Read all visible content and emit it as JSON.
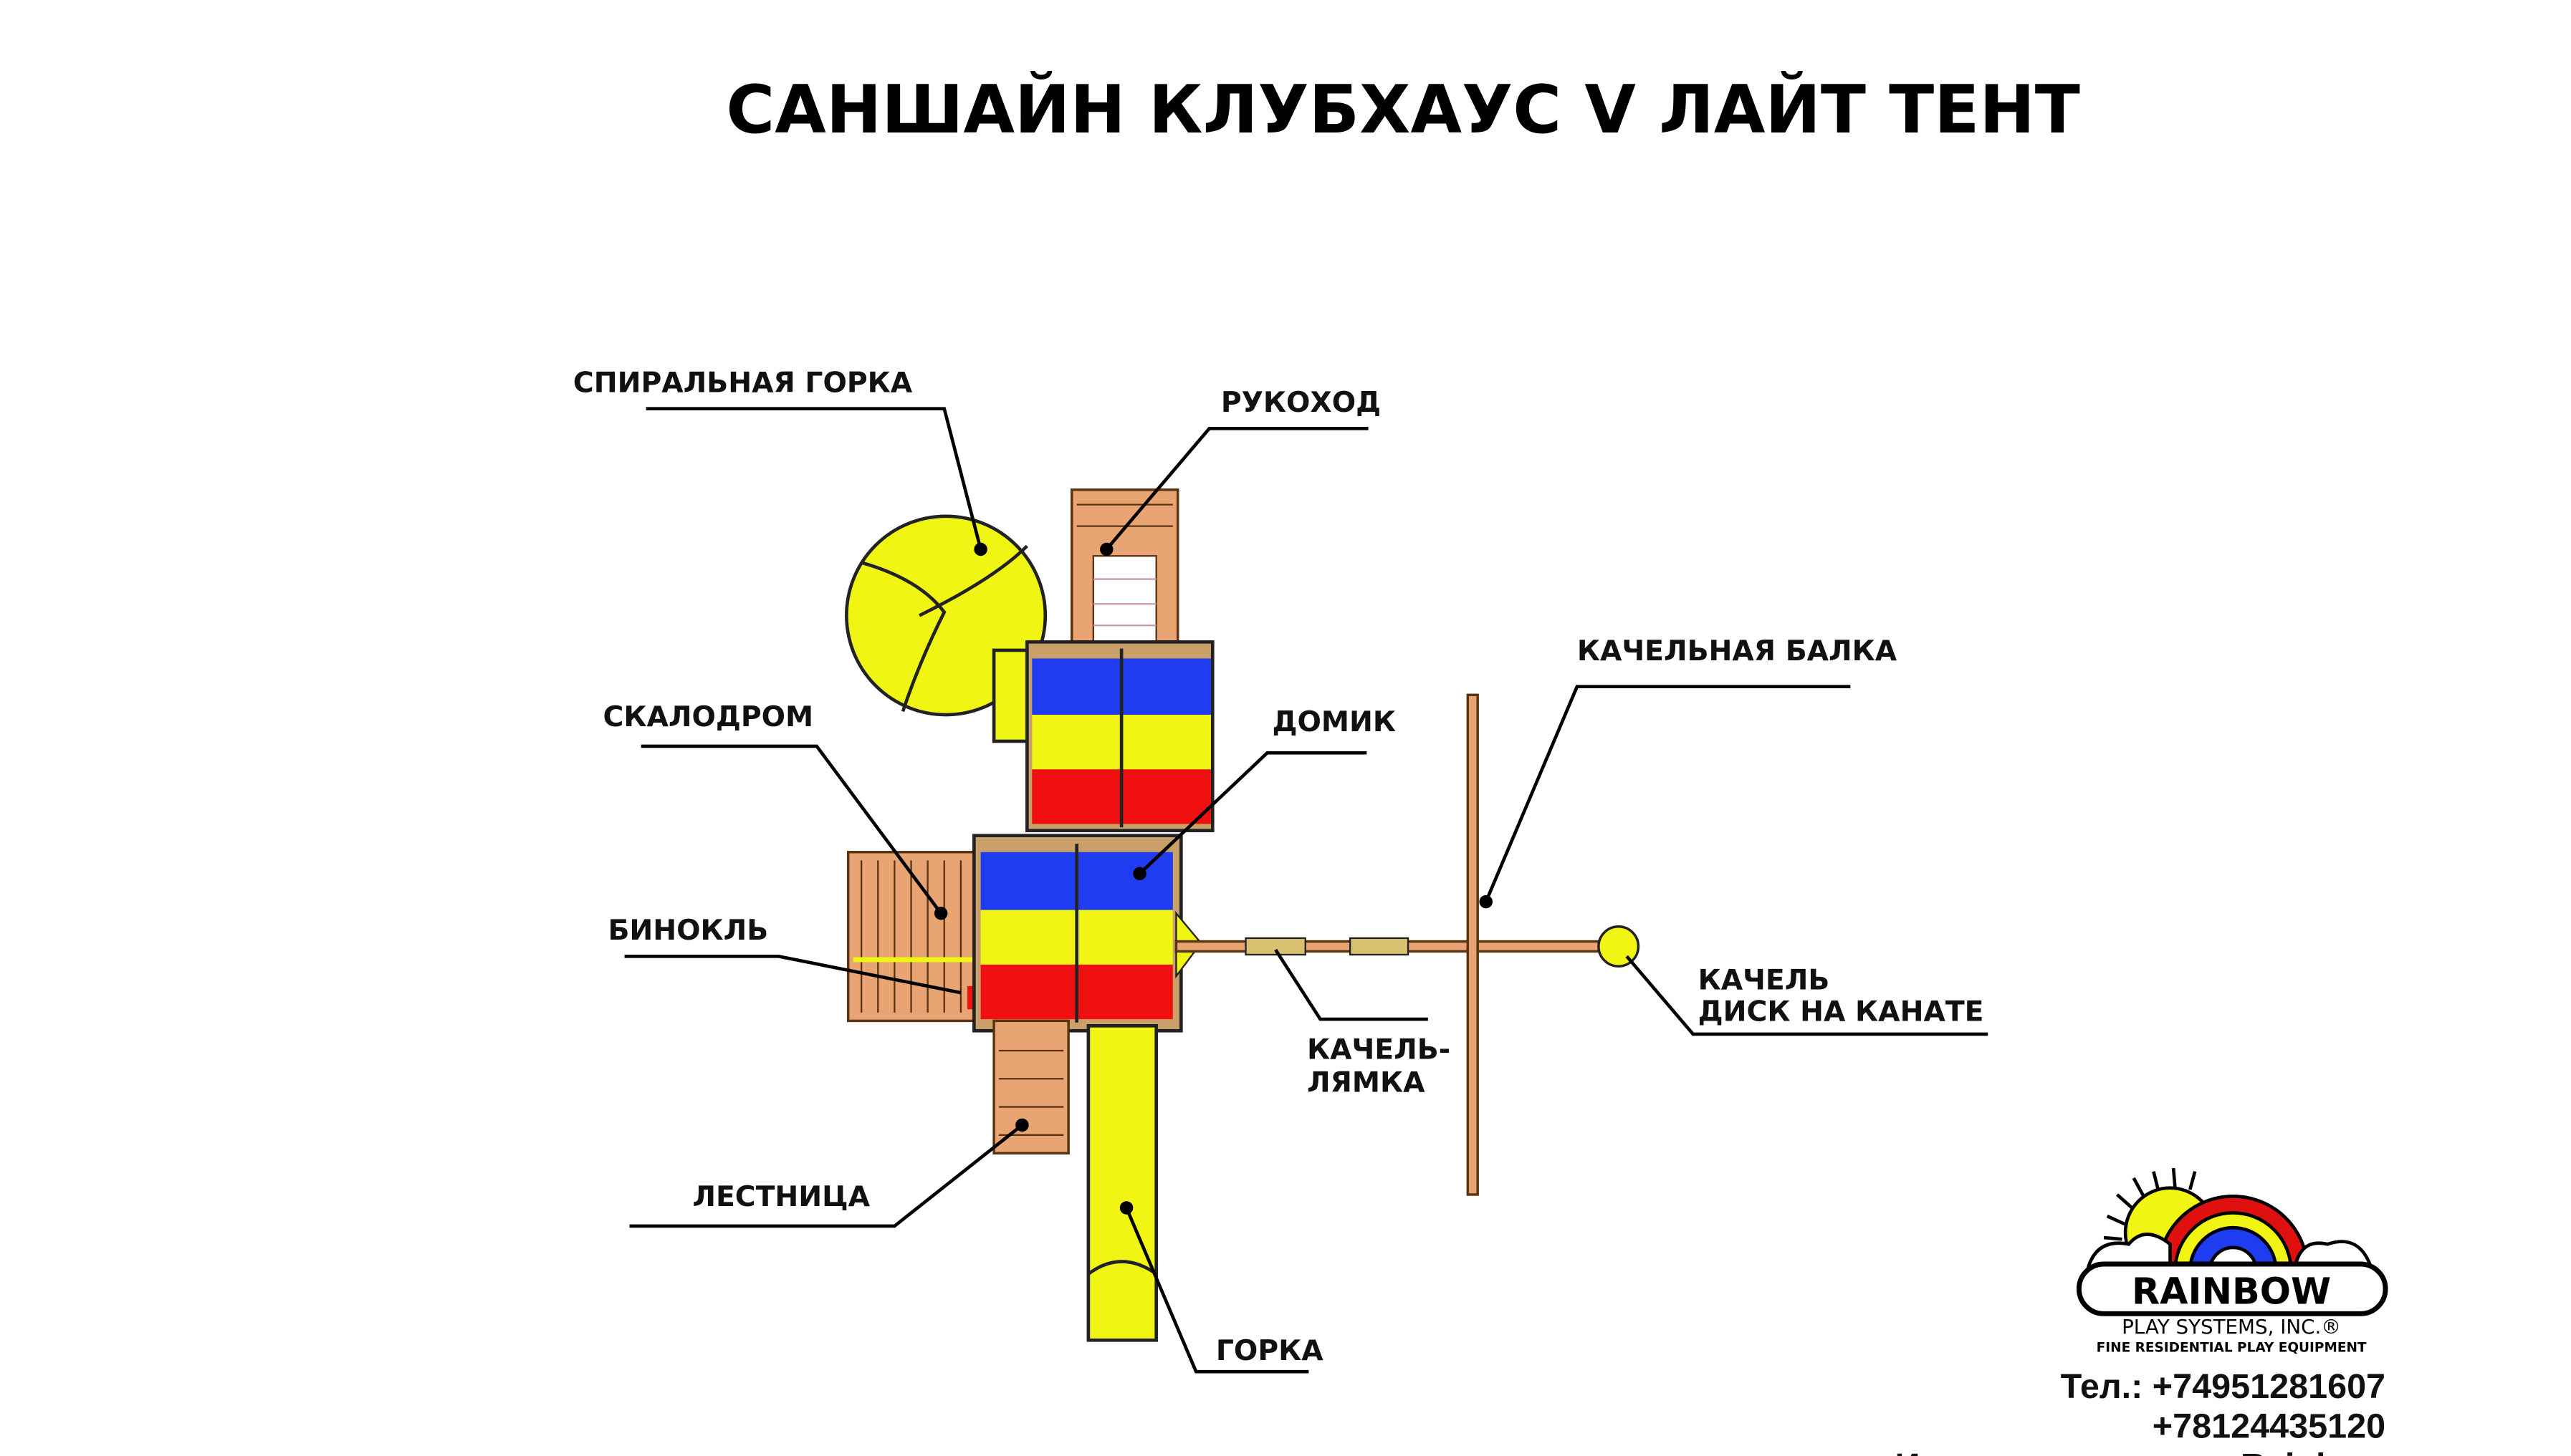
{
  "title": "САНШАЙН КЛУБХАУС V ЛАЙТ ТЕНТ",
  "labels": {
    "spiral_slide": "СПИРАЛЬНАЯ ГОРКА",
    "monkey_bars": "РУКОХОД",
    "swing_beam": "КАЧЕЛЬНАЯ БАЛКА",
    "climbing_wall": "СКАЛОДРОМ",
    "house": "ДОМИК",
    "binoculars": "БИНОКЛЬ",
    "disc_swing_1": "КАЧЕЛЬ",
    "disc_swing_2": "ДИСК НА КАНАТЕ",
    "belt_swing_1": "КАЧЕЛЬ-",
    "belt_swing_2": "ЛЯМКА",
    "ladder": "ЛЕСТНИЦА",
    "slide": "ГОРКА"
  },
  "logo": {
    "brand": "RAINBOW",
    "company": "PLAY SYSTEMS, INC.®",
    "tagline": "FINE RESIDENTIAL PLAY EQUIPMENT"
  },
  "contacts": {
    "phone1": "Тел.: +74951281607",
    "phone2": "+78124435120",
    "footer": "Игровые площадки Rainbow"
  },
  "colors": {
    "blue": "#1f3cf0",
    "yellow": "#f0f514",
    "red": "#f01010",
    "wood": "#e8a472"
  }
}
